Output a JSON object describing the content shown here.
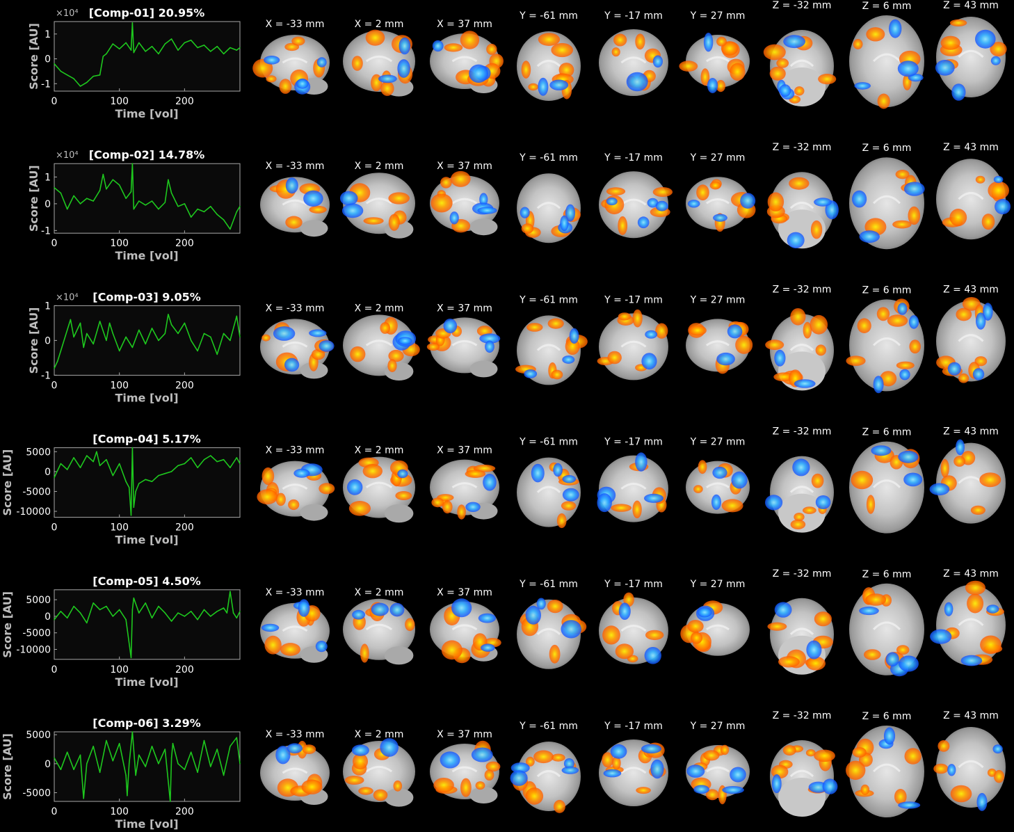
{
  "colors": {
    "background": "#000000",
    "plot_background": "#0a0a0a",
    "axis": "#a8a8a8",
    "trace": "#1ec81e",
    "positive_map": "#ff7f00",
    "positive_map_peak": "#ffe800",
    "negative_map": "#1f77ff",
    "negative_map_peak": "#5fd0ff",
    "brain": "#bdbdbd"
  },
  "slice_labels": {
    "sagittal": [
      "X = -33 mm",
      "X = 2 mm",
      "X = 37 mm"
    ],
    "coronal": [
      "Y = -61 mm",
      "Y = -17 mm",
      "Y = 27 mm"
    ],
    "axial": [
      "Z = -32 mm",
      "Z = 6 mm",
      "Z = 43 mm"
    ]
  },
  "chart_data": [
    {
      "type": "line",
      "title": "[Comp-01] 20.95%",
      "xlabel": "Time [vol]",
      "ylabel": "Score [AU]",
      "exponent_label": "×10⁴",
      "xlim": [
        0,
        285
      ],
      "ylim": [
        -1.3,
        1.5
      ],
      "xticks": [
        "0",
        "100",
        "200"
      ],
      "xtick_values": [
        0,
        100,
        200
      ],
      "yticks": [
        "-1",
        "0",
        "1"
      ],
      "ytick_values": [
        -1,
        0,
        1
      ],
      "series": [
        {
          "x": [
            0,
            10,
            20,
            30,
            40,
            50,
            60,
            70,
            75,
            80,
            90,
            100,
            110,
            118,
            120,
            122,
            130,
            140,
            150,
            160,
            170,
            180,
            190,
            200,
            210,
            220,
            230,
            240,
            250,
            260,
            270,
            280,
            285
          ],
          "values": [
            -0.2,
            -0.5,
            -0.65,
            -0.8,
            -1.1,
            -0.95,
            -0.7,
            -0.65,
            0.1,
            0.2,
            0.6,
            0.4,
            0.65,
            0.35,
            1.45,
            0.25,
            0.65,
            0.3,
            0.5,
            0.2,
            0.6,
            0.8,
            0.35,
            0.65,
            0.75,
            0.45,
            0.55,
            0.3,
            0.5,
            0.2,
            0.45,
            0.35,
            0.45
          ]
        }
      ]
    },
    {
      "type": "line",
      "title": "[Comp-02] 14.78%",
      "xlabel": "Time [vol]",
      "ylabel": "Score [AU]",
      "exponent_label": "×10⁴",
      "xlim": [
        0,
        285
      ],
      "ylim": [
        -1.1,
        1.5
      ],
      "xticks": [
        "0",
        "100",
        "200"
      ],
      "xtick_values": [
        0,
        100,
        200
      ],
      "yticks": [
        "-1",
        "0",
        "1"
      ],
      "ytick_values": [
        -1,
        0,
        1
      ],
      "series": [
        {
          "x": [
            0,
            10,
            20,
            30,
            40,
            50,
            60,
            70,
            75,
            80,
            90,
            100,
            110,
            118,
            120,
            122,
            130,
            140,
            150,
            160,
            170,
            175,
            180,
            190,
            200,
            210,
            220,
            230,
            240,
            250,
            260,
            270,
            280,
            285
          ],
          "values": [
            0.6,
            0.4,
            -0.2,
            0.3,
            0.0,
            0.2,
            0.1,
            0.5,
            1.1,
            0.55,
            0.9,
            0.7,
            0.2,
            0.45,
            1.5,
            -0.2,
            0.1,
            -0.05,
            0.1,
            -0.2,
            0.05,
            0.9,
            0.4,
            -0.1,
            0.0,
            -0.5,
            -0.2,
            -0.3,
            -0.1,
            -0.4,
            -0.6,
            -0.95,
            -0.3,
            -0.1
          ]
        }
      ]
    },
    {
      "type": "line",
      "title": "[Comp-03] 9.05%",
      "xlabel": "Time [vol]",
      "ylabel": "Score [AU]",
      "exponent_label": "×10⁴",
      "xlim": [
        0,
        285
      ],
      "ylim": [
        -1.0,
        1.0
      ],
      "xticks": [
        "0",
        "100",
        "200"
      ],
      "xtick_values": [
        0,
        100,
        200
      ],
      "yticks": [
        "-1",
        "0",
        "1"
      ],
      "ytick_values": [
        -1,
        0,
        1
      ],
      "series": [
        {
          "x": [
            0,
            5,
            10,
            20,
            25,
            30,
            40,
            45,
            50,
            60,
            70,
            80,
            85,
            90,
            100,
            110,
            120,
            130,
            140,
            150,
            160,
            170,
            175,
            180,
            190,
            200,
            210,
            220,
            230,
            240,
            250,
            260,
            270,
            280,
            285
          ],
          "values": [
            -0.8,
            -0.6,
            -0.3,
            0.3,
            0.6,
            0.1,
            0.5,
            -0.2,
            0.2,
            -0.1,
            0.55,
            0.0,
            0.5,
            0.2,
            -0.3,
            0.1,
            -0.2,
            0.3,
            -0.1,
            0.35,
            0.0,
            0.2,
            0.75,
            0.45,
            0.2,
            0.5,
            0.0,
            -0.3,
            0.2,
            0.1,
            -0.4,
            0.2,
            0.0,
            0.7,
            0.1
          ]
        }
      ]
    },
    {
      "type": "line",
      "title": "[Comp-04] 5.17%",
      "xlabel": "Time [vol]",
      "ylabel": "Score [AU]",
      "exponent_label": "",
      "xlim": [
        0,
        285
      ],
      "ylim": [
        -11500,
        6000
      ],
      "xticks": [
        "0",
        "100",
        "200"
      ],
      "xtick_values": [
        0,
        100,
        200
      ],
      "yticks": [
        "5000",
        "0",
        "-5000",
        "-10000"
      ],
      "ytick_values": [
        5000,
        0,
        -5000,
        -10000
      ],
      "series": [
        {
          "x": [
            0,
            10,
            20,
            30,
            40,
            50,
            60,
            65,
            70,
            80,
            90,
            100,
            110,
            115,
            118,
            120,
            122,
            125,
            130,
            140,
            150,
            160,
            170,
            180,
            190,
            200,
            210,
            220,
            230,
            240,
            250,
            260,
            270,
            280,
            285
          ],
          "values": [
            -1500,
            2000,
            500,
            3500,
            1000,
            4000,
            2500,
            5000,
            1500,
            3000,
            -1000,
            2000,
            -2500,
            -4000,
            -11000,
            6000,
            -9000,
            -5000,
            -3000,
            -2000,
            -2500,
            -1000,
            -500,
            0,
            1500,
            2000,
            3500,
            1000,
            3000,
            4000,
            2500,
            3000,
            1000,
            3500,
            2000
          ]
        }
      ]
    },
    {
      "type": "line",
      "title": "[Comp-05] 4.50%",
      "xlabel": "Time [vol]",
      "ylabel": "Score [AU]",
      "exponent_label": "",
      "xlim": [
        0,
        285
      ],
      "ylim": [
        -13000,
        8000
      ],
      "xticks": [
        "0",
        "100",
        "200"
      ],
      "xtick_values": [
        0,
        100,
        200
      ],
      "yticks": [
        "5000",
        "0",
        "-5000",
        "-10000"
      ],
      "ytick_values": [
        5000,
        0,
        -5000,
        -10000
      ],
      "series": [
        {
          "x": [
            0,
            10,
            20,
            30,
            40,
            50,
            60,
            70,
            80,
            90,
            100,
            110,
            118,
            120,
            122,
            130,
            140,
            150,
            160,
            170,
            180,
            190,
            200,
            210,
            220,
            230,
            240,
            250,
            260,
            265,
            270,
            275,
            280,
            285
          ],
          "values": [
            -1000,
            1500,
            -500,
            3000,
            1000,
            -2000,
            4000,
            2000,
            3000,
            0,
            2000,
            -1000,
            -12500,
            2000,
            5500,
            1000,
            4000,
            -500,
            3000,
            1000,
            -1500,
            1000,
            0,
            1500,
            -1000,
            2000,
            0,
            1500,
            2500,
            1000,
            7500,
            1000,
            -500,
            1500
          ]
        }
      ]
    },
    {
      "type": "line",
      "title": "[Comp-06] 3.29%",
      "xlabel": "Time [vol]",
      "ylabel": "Score [AU]",
      "exponent_label": "",
      "xlim": [
        0,
        285
      ],
      "ylim": [
        -6500,
        5500
      ],
      "xticks": [
        "0",
        "100",
        "200"
      ],
      "xtick_values": [
        0,
        100,
        200
      ],
      "yticks": [
        "5000",
        "0",
        "-5000"
      ],
      "ytick_values": [
        5000,
        0,
        -5000
      ],
      "series": [
        {
          "x": [
            0,
            10,
            20,
            30,
            40,
            45,
            50,
            60,
            70,
            80,
            90,
            100,
            110,
            112,
            115,
            120,
            125,
            130,
            140,
            150,
            160,
            170,
            178,
            180,
            182,
            190,
            200,
            210,
            220,
            230,
            240,
            250,
            260,
            270,
            280,
            285
          ],
          "values": [
            1000,
            -1000,
            2000,
            -1000,
            1500,
            -6000,
            0,
            3000,
            -1500,
            4000,
            500,
            3500,
            -2000,
            -5500,
            0,
            5500,
            -2000,
            1500,
            -500,
            3000,
            0,
            2500,
            -6500,
            1000,
            3500,
            0,
            -1000,
            2000,
            -1500,
            4000,
            -500,
            2500,
            -2000,
            3000,
            4500,
            0
          ]
        }
      ]
    }
  ]
}
